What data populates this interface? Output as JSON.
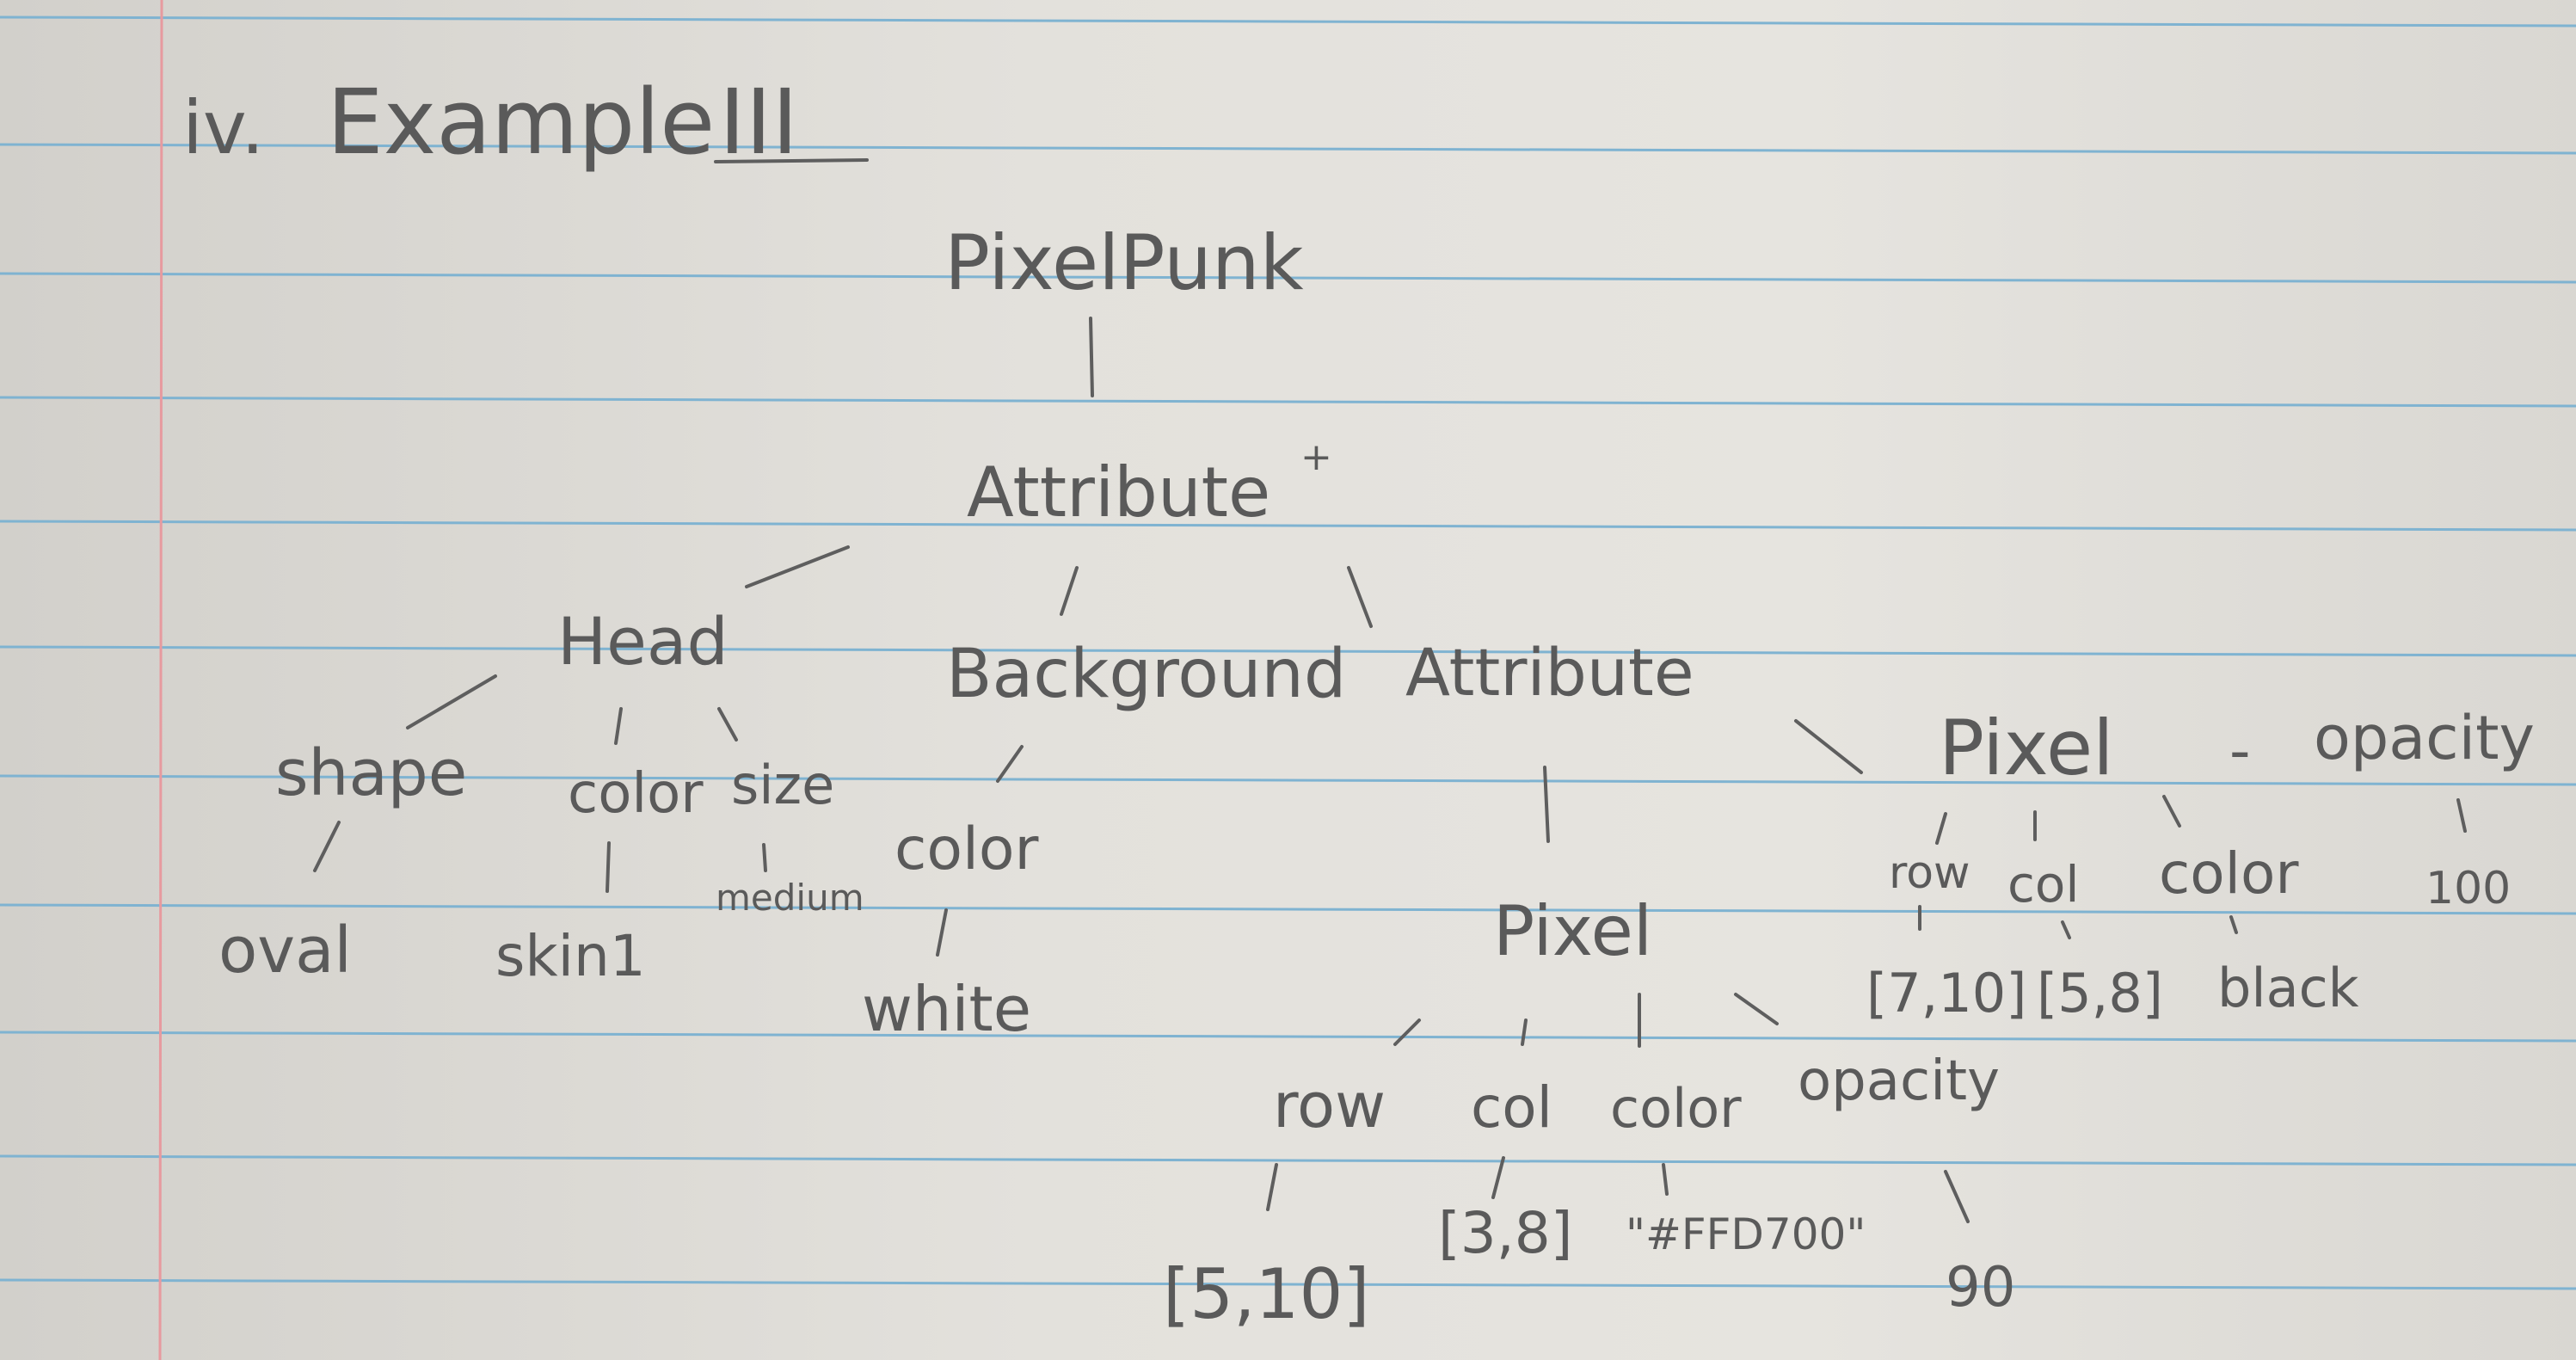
{
  "heading": {
    "prefix": "iv.",
    "title": "Example",
    "numeral": "III"
  },
  "root": "PixelPunk",
  "attribute_list": {
    "label": "Attribute",
    "marker": "+"
  },
  "head": {
    "label": "Head",
    "shape": {
      "label": "shape",
      "value": "oval"
    },
    "color": {
      "label": "color",
      "value": "skin1"
    },
    "size": {
      "label": "size",
      "value": "medium"
    }
  },
  "background": {
    "label": "Background",
    "color": {
      "label": "color",
      "value": "white"
    }
  },
  "attribute": {
    "label": "Attribute",
    "pixel": {
      "label": "Pixel",
      "row": {
        "label": "row",
        "value": "[5,10]"
      },
      "col": {
        "label": "col",
        "value": "[3,8]"
      },
      "color": {
        "label": "color",
        "value": "\"#FFD700\""
      },
      "opacity": {
        "label": "opacity",
        "value": "90"
      }
    }
  },
  "pixel_opacity": {
    "label": "Pixel",
    "dash": "-",
    "opacity_label": "opacity",
    "opacity_value": "100",
    "row": {
      "label": "row",
      "value": "[7,10]"
    },
    "col": {
      "label": "col",
      "value": "[5,8]"
    },
    "color": {
      "label": "color",
      "value": "black"
    }
  },
  "colors": {
    "ink": "#5a5a5a",
    "rule": "#7fb3d1",
    "margin": "#e79a9f",
    "paper": "#e4e2dd"
  }
}
